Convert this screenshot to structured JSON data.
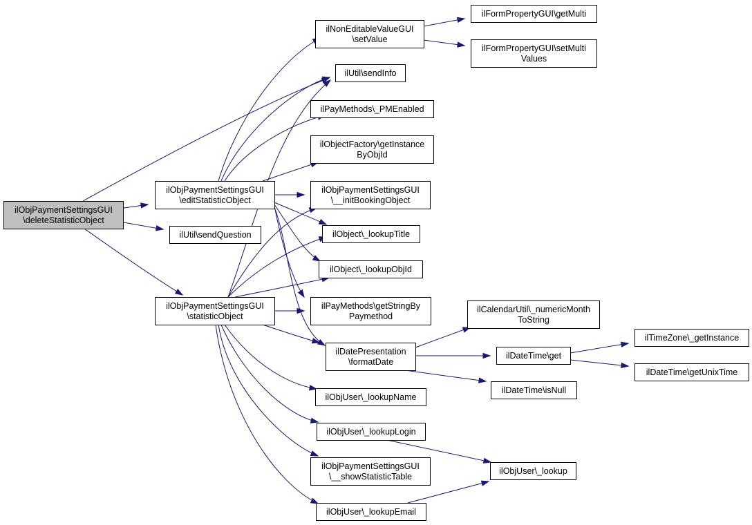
{
  "nodes": [
    {
      "id": "root",
      "lines": [
        "ilObjPaymentSettingsGUI",
        "\\deleteStatisticObject"
      ],
      "highlight": true
    },
    {
      "id": "edit",
      "lines": [
        "ilObjPaymentSettingsGUI",
        "\\editStatisticObject"
      ]
    },
    {
      "id": "stat",
      "lines": [
        "ilObjPaymentSettingsGUI",
        "\\statisticObject"
      ]
    },
    {
      "id": "sendq",
      "lines": [
        "ilUtil\\sendQuestion"
      ]
    },
    {
      "id": "nonedit",
      "lines": [
        "ilNonEditableValueGUI",
        "\\setValue"
      ]
    },
    {
      "id": "sendinfo",
      "lines": [
        "ilUtil\\sendInfo"
      ]
    },
    {
      "id": "pmenabled",
      "lines": [
        "ilPayMethods\\_PMEnabled"
      ]
    },
    {
      "id": "objfactory",
      "lines": [
        "ilObjectFactory\\getInstance",
        "ByObjId"
      ]
    },
    {
      "id": "initbooking",
      "lines": [
        "ilObjPaymentSettingsGUI",
        "\\__initBookingObject"
      ]
    },
    {
      "id": "lookuptitle",
      "lines": [
        "ilObject\\_lookupTitle"
      ]
    },
    {
      "id": "lookupobjid",
      "lines": [
        "ilObject\\_lookupObjId"
      ]
    },
    {
      "id": "getstringby",
      "lines": [
        "ilPayMethods\\getStringBy",
        "Paymethod"
      ]
    },
    {
      "id": "formatdate",
      "lines": [
        "ilDatePresentation",
        "\\formatDate"
      ]
    },
    {
      "id": "lookupname",
      "lines": [
        "ilObjUser\\_lookupName"
      ]
    },
    {
      "id": "lookuplogin",
      "lines": [
        "ilObjUser\\_lookupLogin"
      ]
    },
    {
      "id": "showstat",
      "lines": [
        "ilObjPaymentSettingsGUI",
        "\\__showStatisticTable"
      ]
    },
    {
      "id": "lookupemail",
      "lines": [
        "ilObjUser\\_lookupEmail"
      ]
    },
    {
      "id": "getmulti",
      "lines": [
        "ilFormPropertyGUI\\getMulti"
      ]
    },
    {
      "id": "setmulti",
      "lines": [
        "ilFormPropertyGUI\\setMulti",
        "Values"
      ]
    },
    {
      "id": "calutil",
      "lines": [
        "ilCalendarUtil\\_numericMonth",
        "ToString"
      ]
    },
    {
      "id": "dtget",
      "lines": [
        "ilDateTime\\get"
      ]
    },
    {
      "id": "dtisnull",
      "lines": [
        "ilDateTime\\isNull"
      ]
    },
    {
      "id": "tzinst",
      "lines": [
        "ilTimeZone\\_getInstance"
      ]
    },
    {
      "id": "unixtime",
      "lines": [
        "ilDateTime\\getUnixTime"
      ]
    },
    {
      "id": "lookup",
      "lines": [
        "ilObjUser\\_lookup"
      ]
    }
  ],
  "edges": [
    [
      "root",
      "sendinfo"
    ],
    [
      "root",
      "edit"
    ],
    [
      "root",
      "sendq"
    ],
    [
      "root",
      "stat"
    ],
    [
      "edit",
      "nonedit"
    ],
    [
      "edit",
      "sendinfo"
    ],
    [
      "edit",
      "pmenabled"
    ],
    [
      "edit",
      "objfactory"
    ],
    [
      "edit",
      "initbooking"
    ],
    [
      "edit",
      "lookuptitle"
    ],
    [
      "edit",
      "lookupobjid"
    ],
    [
      "edit",
      "getstringby"
    ],
    [
      "edit",
      "formatdate"
    ],
    [
      "stat",
      "sendinfo"
    ],
    [
      "stat",
      "initbooking"
    ],
    [
      "stat",
      "lookuptitle"
    ],
    [
      "stat",
      "lookupobjid"
    ],
    [
      "stat",
      "getstringby"
    ],
    [
      "stat",
      "formatdate"
    ],
    [
      "stat",
      "lookupname"
    ],
    [
      "stat",
      "lookuplogin"
    ],
    [
      "stat",
      "showstat"
    ],
    [
      "stat",
      "lookupemail"
    ],
    [
      "nonedit",
      "getmulti"
    ],
    [
      "nonedit",
      "setmulti"
    ],
    [
      "formatdate",
      "calutil"
    ],
    [
      "formatdate",
      "dtget"
    ],
    [
      "formatdate",
      "dtisnull"
    ],
    [
      "dtget",
      "tzinst"
    ],
    [
      "dtget",
      "unixtime"
    ],
    [
      "lookuplogin",
      "lookup"
    ],
    [
      "lookupemail",
      "lookup"
    ]
  ]
}
